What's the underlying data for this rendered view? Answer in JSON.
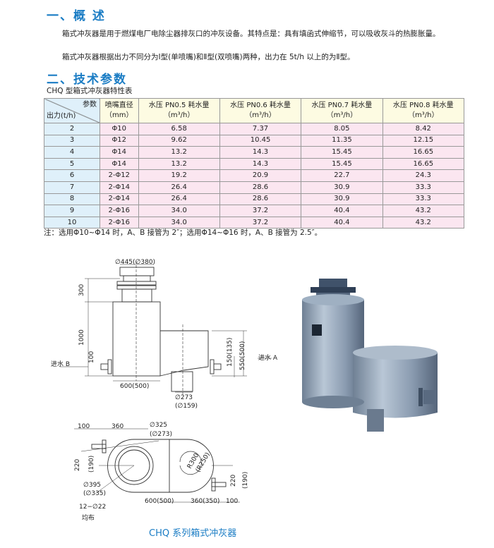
{
  "section1": {
    "title": "一、概 述",
    "para1": "箱式冲灰器是用于燃煤电厂电除尘器排灰口的冲灰设备。其特点是：具有填函式伸缩节，可以吸收灰斗的热膨胀量。",
    "para2": "箱式冲灰器根据出力不同分为Ⅰ型(单喷嘴)和Ⅱ型(双喷嘴)两种，出力在 5t/h 以上的为Ⅱ型。"
  },
  "section2": {
    "title": "二、技术参数",
    "table_caption": "CHQ 型箱式冲灰器特性表"
  },
  "table": {
    "corner_top": "参数",
    "corner_bottom": "出力(t/h)",
    "headers": [
      [
        "喷嘴直径",
        "（mm）"
      ],
      [
        "水压 PN0.5 耗水量",
        "（m³/h）"
      ],
      [
        "水压 PN0.6 耗水量",
        "（m³/h）"
      ],
      [
        "水压 PN0.7 耗水量",
        "（m³/h）"
      ],
      [
        "水压 PN0.8 耗水量",
        "（m³/h）"
      ]
    ],
    "rows": [
      [
        "2",
        "Φ10",
        "6.58",
        "7.37",
        "8.05",
        "8.42"
      ],
      [
        "3",
        "Φ12",
        "9.62",
        "10.45",
        "11.35",
        "12.15"
      ],
      [
        "4",
        "Φ14",
        "13.2",
        "14.3",
        "15.45",
        "16.65"
      ],
      [
        "5",
        "Φ14",
        "13.2",
        "14.3",
        "15.45",
        "16.65"
      ],
      [
        "6",
        "2-Φ12",
        "19.2",
        "20.9",
        "22.7",
        "24.3"
      ],
      [
        "7",
        "2-Φ14",
        "26.4",
        "28.6",
        "30.9",
        "33.3"
      ],
      [
        "8",
        "2-Φ14",
        "26.4",
        "28.6",
        "30.9",
        "33.3"
      ],
      [
        "9",
        "2-Φ16",
        "34.0",
        "37.2",
        "40.4",
        "43.2"
      ],
      [
        "10",
        "2-Φ16",
        "34.0",
        "37.2",
        "40.4",
        "43.2"
      ]
    ]
  },
  "note": "注：选用Φ10~Φ14 时，A、B 接管为 2″；选用Φ14~Φ16 时，A、B 接管为 2.5″。",
  "elevation": {
    "top_dia": "∅445(∅380)",
    "h300": "300",
    "h1000": "1000",
    "h100": "100",
    "inlet_b": "进水 B",
    "inlet_a": "进水 A",
    "w600": "600(500)",
    "outlet1": "∅273",
    "outlet2": "(∅159)",
    "h150": "150(135)",
    "h550": "550(500)"
  },
  "plan": {
    "d100a": "100",
    "d360a": "360",
    "d325": "∅325",
    "d273": "(∅273)",
    "h220a": "220",
    "h190a": "(190)",
    "r300": "R300",
    "r250": "(R250)",
    "h220b": "220",
    "h190b": "(190)",
    "d395": "∅395",
    "d335": "(∅335)",
    "w600": "600(500)",
    "w360": "360(350)",
    "d100b": "100",
    "holes": "12−∅22",
    "even": "均布"
  },
  "figure_caption": "CHQ 系列箱式冲灰器",
  "colors": {
    "heading": "#1a7cc4",
    "header_bg": "#fdfbe2",
    "first_col_bg": "#dff0fa",
    "body_bg": "#fbe6f0"
  }
}
